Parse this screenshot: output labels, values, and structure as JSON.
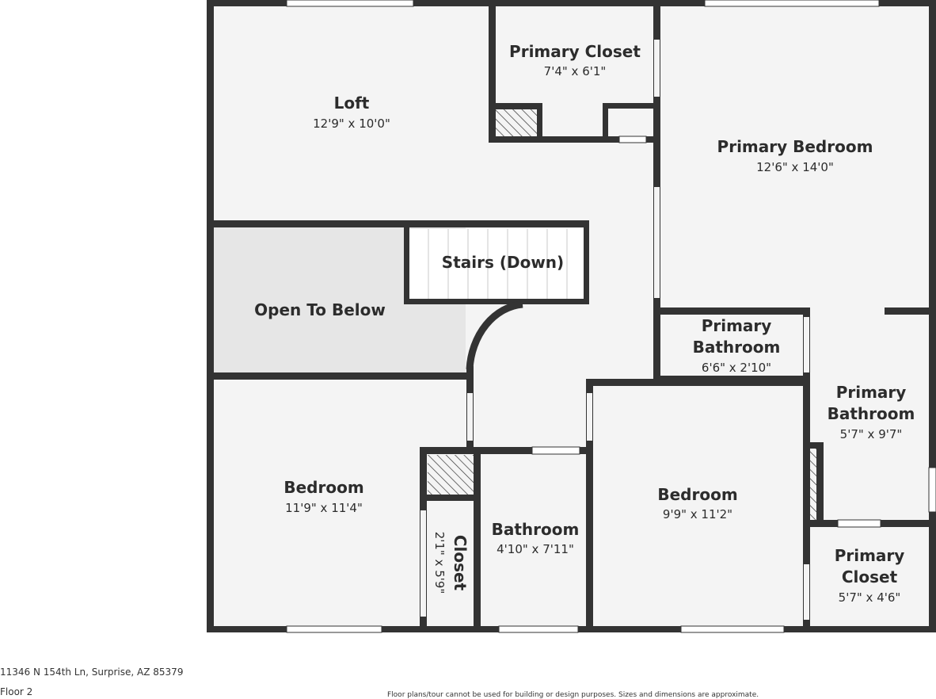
{
  "floor_plan": {
    "rooms": [
      {
        "id": "loft",
        "name": "Loft",
        "dims": "12'9\" x 10'0\""
      },
      {
        "id": "primary-closet-upper",
        "name": "Primary Closet",
        "dims": "7'4\" x 6'1\""
      },
      {
        "id": "primary-bedroom",
        "name": "Primary Bedroom",
        "dims": "12'6\" x 14'0\""
      },
      {
        "id": "stairs",
        "name": "Stairs (Down)",
        "dims": ""
      },
      {
        "id": "open-to-below",
        "name": "Open To Below",
        "dims": ""
      },
      {
        "id": "primary-bathroom-small",
        "name": "Primary\nBathroom",
        "dims": "6'6\" x 2'10\""
      },
      {
        "id": "primary-bathroom",
        "name": "Primary\nBathroom",
        "dims": "5'7\" x 9'7\""
      },
      {
        "id": "bedroom-left",
        "name": "Bedroom",
        "dims": "11'9\" x 11'4\""
      },
      {
        "id": "closet",
        "name": "Closet",
        "dims": "2'1\" x 5'9\""
      },
      {
        "id": "bathroom",
        "name": "Bathroom",
        "dims": "4'10\" x 7'11\""
      },
      {
        "id": "bedroom-right",
        "name": "Bedroom",
        "dims": "9'9\" x 11'2\""
      },
      {
        "id": "primary-closet-lower",
        "name": "Primary\nCloset",
        "dims": "5'7\" x 4'6\""
      }
    ],
    "colors": {
      "wall": "#333333",
      "floor": "#f4f4f4",
      "open_area": "#e6e6e6",
      "window": "#ffffff"
    }
  },
  "footer": {
    "address": "11346 N 154th Ln, Surprise, AZ 85379",
    "floor": "Floor 2",
    "disclaimer": "Floor plans/tour cannot be used for building or design purposes. Sizes and dimensions are approximate."
  }
}
